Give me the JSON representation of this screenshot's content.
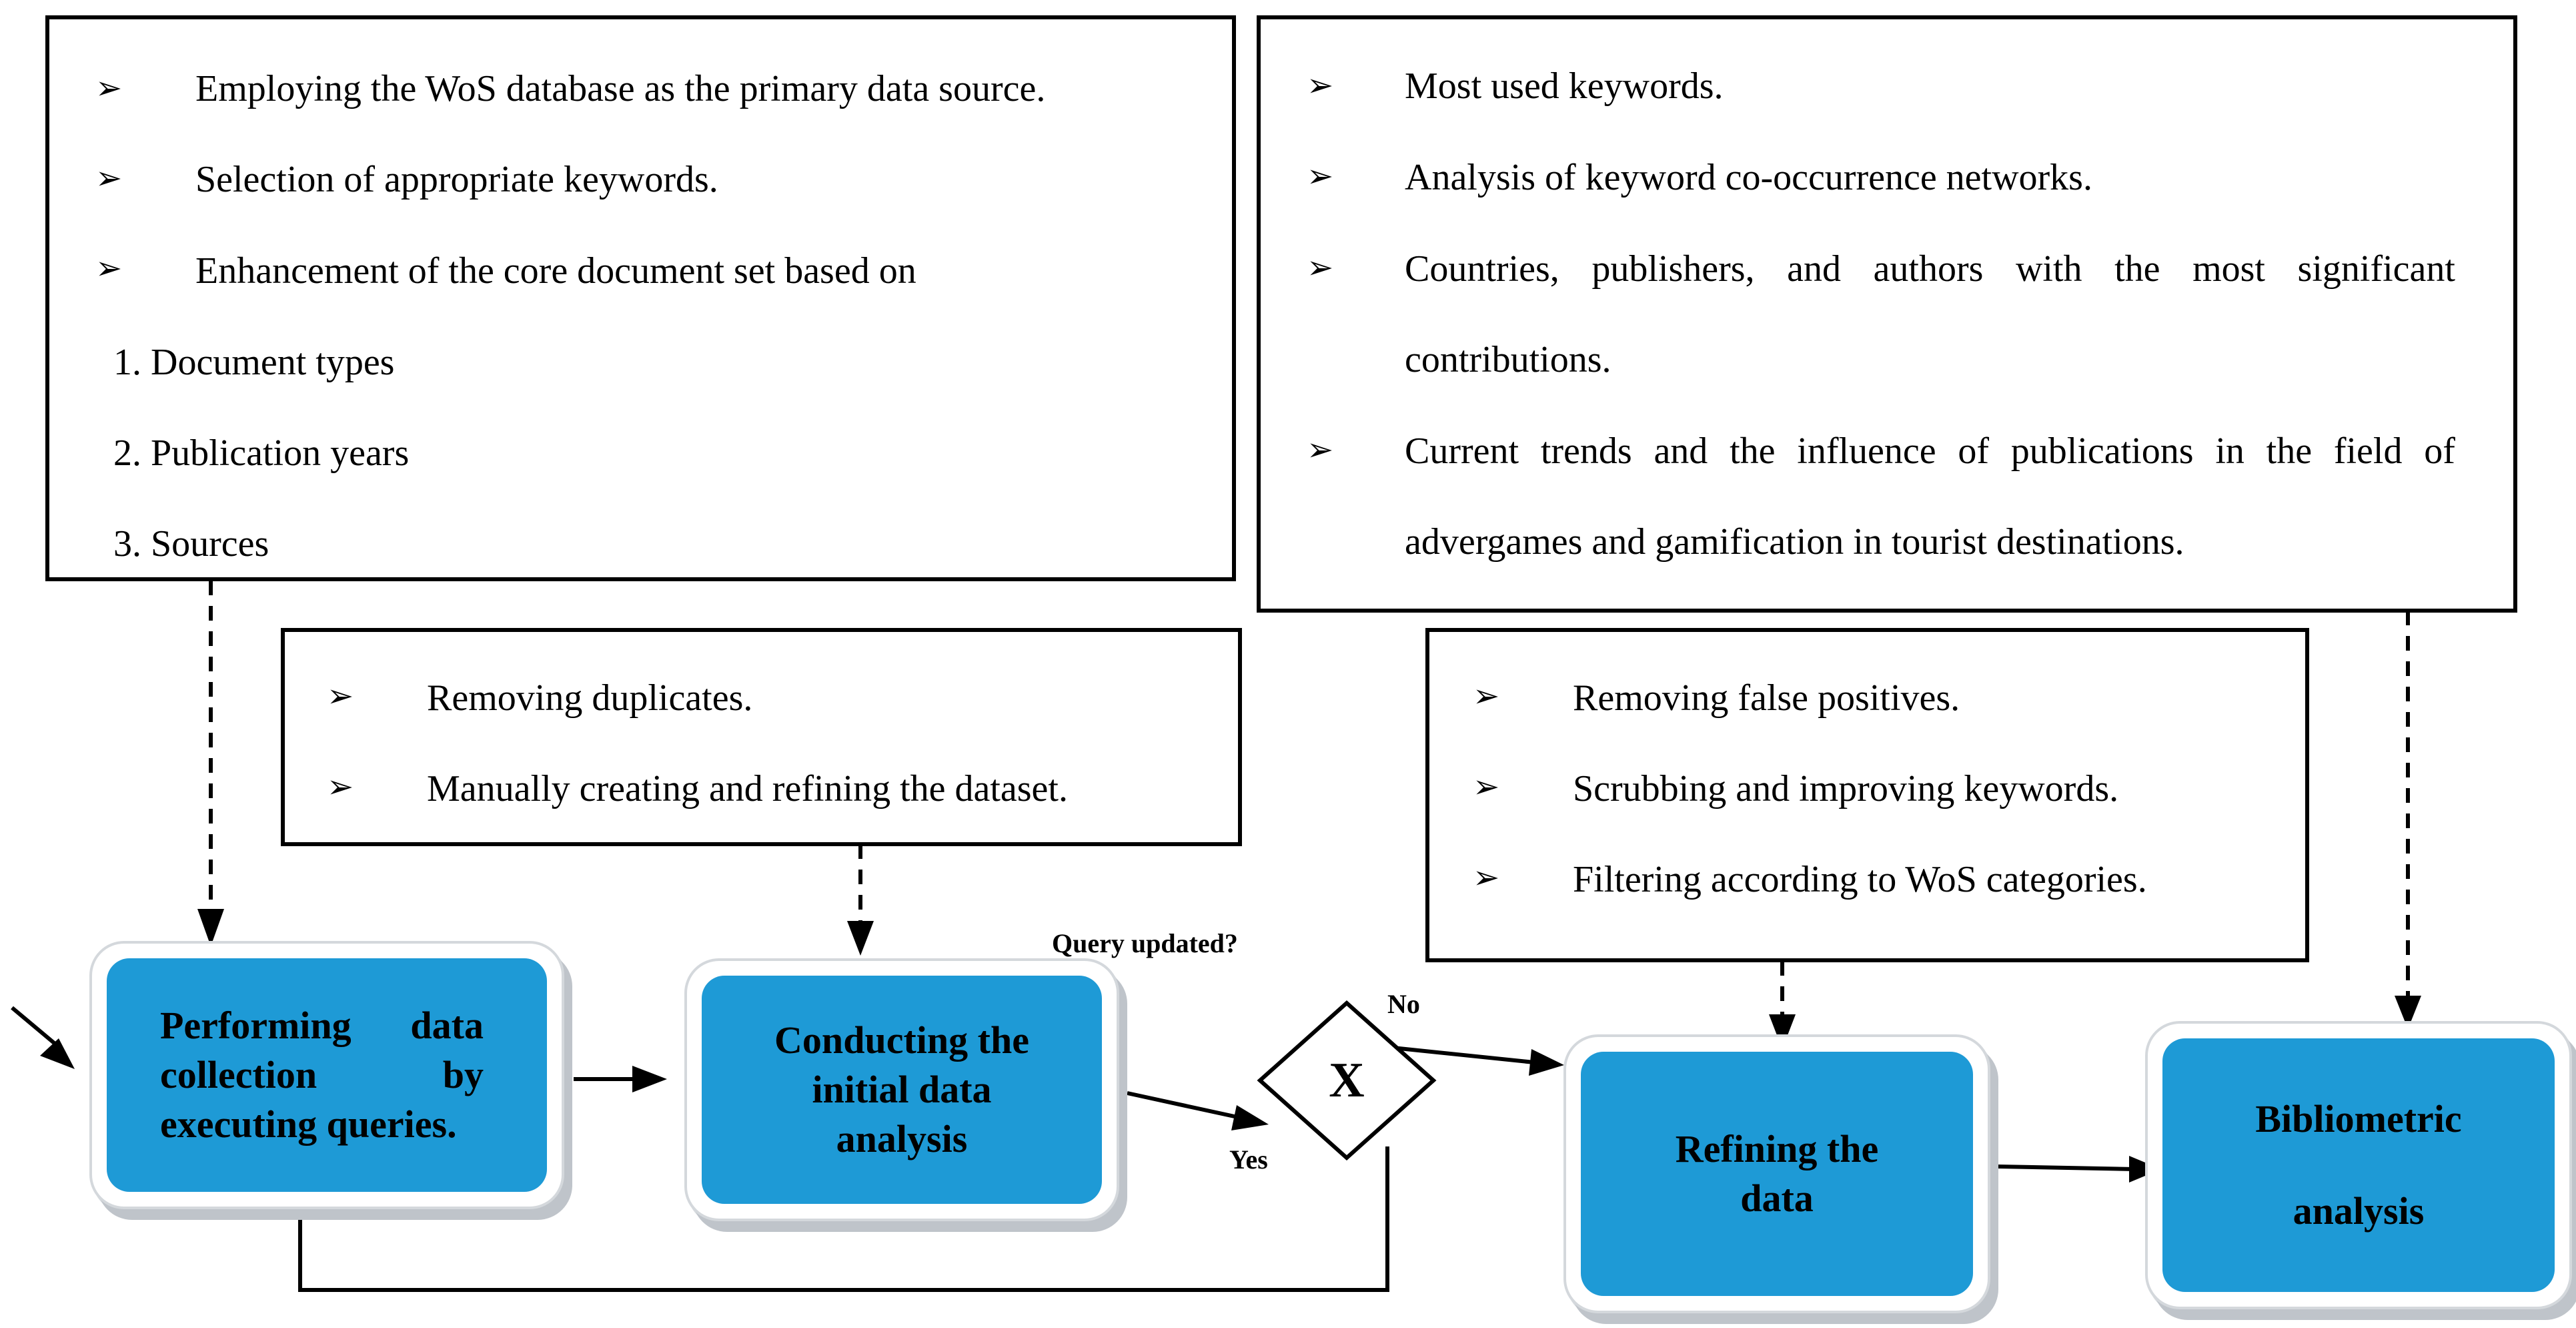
{
  "boxes": {
    "collection": {
      "bullets": [
        "Employing the WoS database as the primary data source.",
        "Selection of appropriate keywords.",
        "Enhancement of the core document set based on"
      ],
      "numbered": [
        "1. Document types",
        "2. Publication years",
        "3. Sources"
      ]
    },
    "initial": {
      "bullets": [
        "Removing duplicates.",
        "Manually creating and refining the dataset."
      ]
    },
    "refine": {
      "bullets": [
        "Removing false positives.",
        "Scrubbing and improving keywords.",
        "Filtering according to WoS categories."
      ]
    },
    "analysis": {
      "bullets": [
        "Most used keywords.",
        "Analysis of keyword co-occurrence networks."
      ],
      "bullet3": {
        "words": [
          "Countries,",
          "publishers,",
          "and",
          "authors",
          "with",
          "the",
          "most",
          "significant"
        ],
        "cont": "contributions."
      },
      "bullet4": {
        "words": [
          "Current",
          "trends",
          "and",
          "the",
          "influence",
          "of",
          "publications",
          "in",
          "the",
          "field",
          "of"
        ],
        "cont": "advergames and gamification in tourist destinations."
      }
    }
  },
  "bullet_glyph": "➢",
  "steps": {
    "collection": {
      "words": [
        [
          "Performing",
          "data"
        ],
        [
          "collection",
          "by"
        ],
        [
          "executing queries."
        ]
      ]
    },
    "initial": {
      "lines": [
        "Conducting the",
        "initial data",
        "analysis"
      ]
    },
    "refine": {
      "lines": [
        "Refining the",
        "data"
      ]
    },
    "analysis": {
      "lines": [
        "Bibliometric",
        "analysis"
      ]
    }
  },
  "gateway": {
    "symbol": "X",
    "question": "Query updated?",
    "yes": "Yes",
    "no": "No"
  },
  "colors": {
    "step_fill": "#1e9ad6",
    "step_frame": "#ffffff",
    "shadow": "#bfc4ca",
    "ink": "#000000"
  }
}
